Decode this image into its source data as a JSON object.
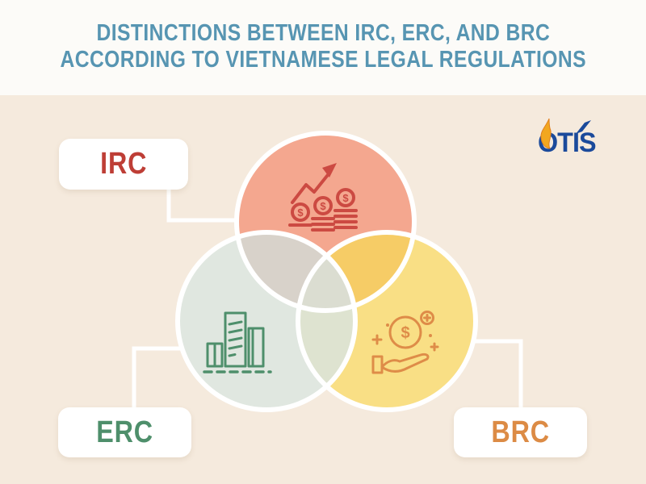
{
  "header": {
    "title_line1": "DISTINCTIONS BETWEEN IRC, ERC, AND BRC",
    "title_line2": "ACCORDING TO VIETNAMESE LEGAL REGULATIONS"
  },
  "logo": {
    "brand": "OTIS"
  },
  "venn": {
    "irc": {
      "label": "IRC",
      "icon": "growth-chart-with-coins"
    },
    "erc": {
      "label": "ERC",
      "icon": "office-buildings"
    },
    "brc": {
      "label": "BRC",
      "icon": "hand-holding-coin"
    },
    "coin_symbol": "$"
  },
  "colors": {
    "header_bg": "#FCFBF8",
    "canvas_bg": "#F5EADD",
    "title_text": "#5795B2",
    "connector": "#FFFFFF",
    "irc_circle": "#F4A78F",
    "erc_circle": "#E0E7E0",
    "brc_circle": "#F9DF85",
    "overlap_irc_erc": "#D8D2CA",
    "overlap_irc_brc": "#F6CC66",
    "overlap_erc_brc": "#DEE3D0",
    "overlap_center": "#DBDDD1",
    "irc_accent": "#BE3E36",
    "erc_accent": "#4E8F6B",
    "brc_accent": "#DC8B45",
    "icon_irc": "#CC4A42",
    "icon_erc": "#4E8F6B",
    "icon_brc": "#DE8C48",
    "logo_blue": "#1B4A9B",
    "logo_flame": "#F2A71F"
  }
}
